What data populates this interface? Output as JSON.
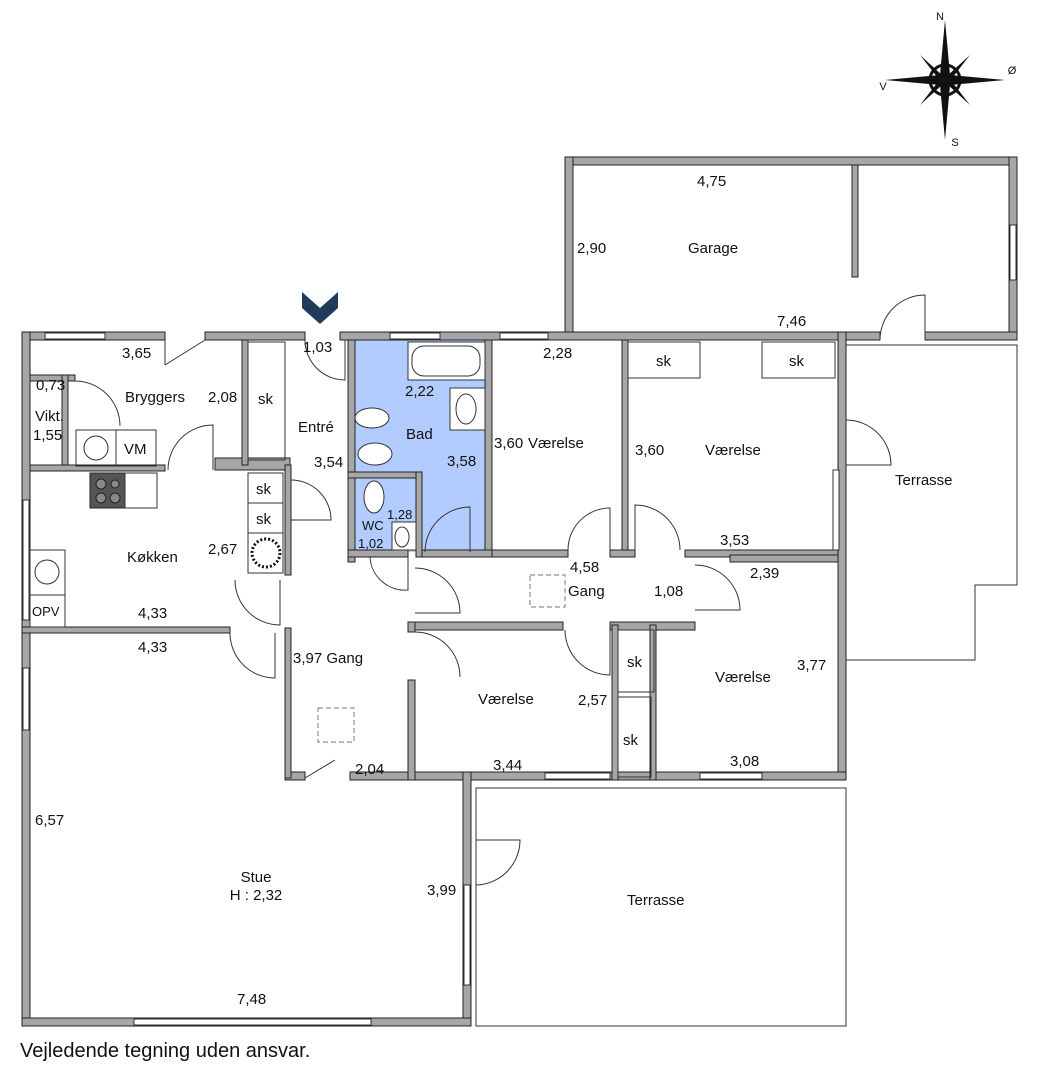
{
  "plan": {
    "garage": {
      "name": "Garage",
      "w": "4,75",
      "h": "2,90",
      "len": "7,46"
    },
    "bryggers": {
      "name": "Bryggers",
      "w": "3,65",
      "h": "2,08"
    },
    "vikt": {
      "name": "Vikt.",
      "w": "0,73",
      "h": "1,55"
    },
    "vm": "VM",
    "entre": {
      "name": "Entré",
      "w": "1,03",
      "h": "3,54"
    },
    "bad": {
      "name": "Bad",
      "w": "2,22",
      "h": "3,58"
    },
    "wc": {
      "name": "WC",
      "w": "1,28",
      "h": "1,02"
    },
    "vaerelse1": {
      "name": "Værelse",
      "w": "2,28",
      "h": "3,60"
    },
    "vaerelse2": {
      "name": "Værelse",
      "w": "3,53",
      "h": "3,60"
    },
    "kokken": {
      "name": "Køkken",
      "w": "4,33",
      "h": "2,67",
      "opv": "OPV"
    },
    "gang1": {
      "name": "3,97 Gang",
      "w": "2,04"
    },
    "gang2": {
      "name": "Gang",
      "w": "4,58",
      "h": "1,08"
    },
    "vaerelse3": {
      "name": "Værelse",
      "w": "3,44",
      "h": "2,57"
    },
    "vaerelse4": {
      "name": "Værelse",
      "w": "3,08",
      "h": "3,77",
      "extra": "2,39"
    },
    "stue": {
      "name": "Stue",
      "height": "H : 2,32",
      "w": "7,48",
      "h": "6,57",
      "top": "4,33",
      "side": "3,99"
    },
    "terrasse1": "Terrasse",
    "terrasse2": "Terrasse",
    "sk": "sk"
  },
  "compass": {
    "n": "N",
    "s": "S",
    "e": "Ø",
    "w": "V"
  },
  "entrance_color": "#1f3a5a",
  "bath_color": "#b3ccff",
  "disclaimer": "Vejledende tegning uden ansvar."
}
